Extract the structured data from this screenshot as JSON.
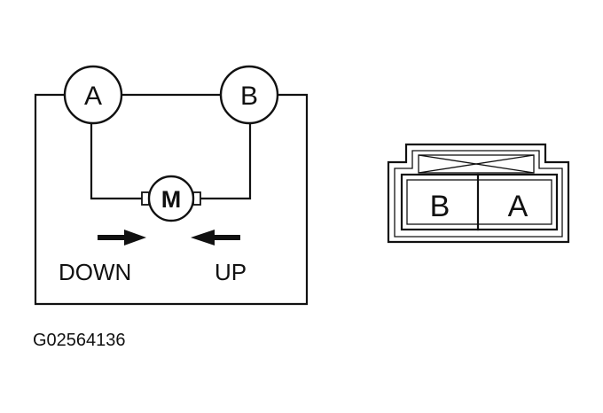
{
  "circuit": {
    "terminal_a": "A",
    "terminal_b": "B",
    "motor": "M",
    "down_label": "DOWN",
    "up_label": "UP"
  },
  "connector": {
    "left_pin": "B",
    "right_pin": "A"
  },
  "figure_id": "G02564136"
}
